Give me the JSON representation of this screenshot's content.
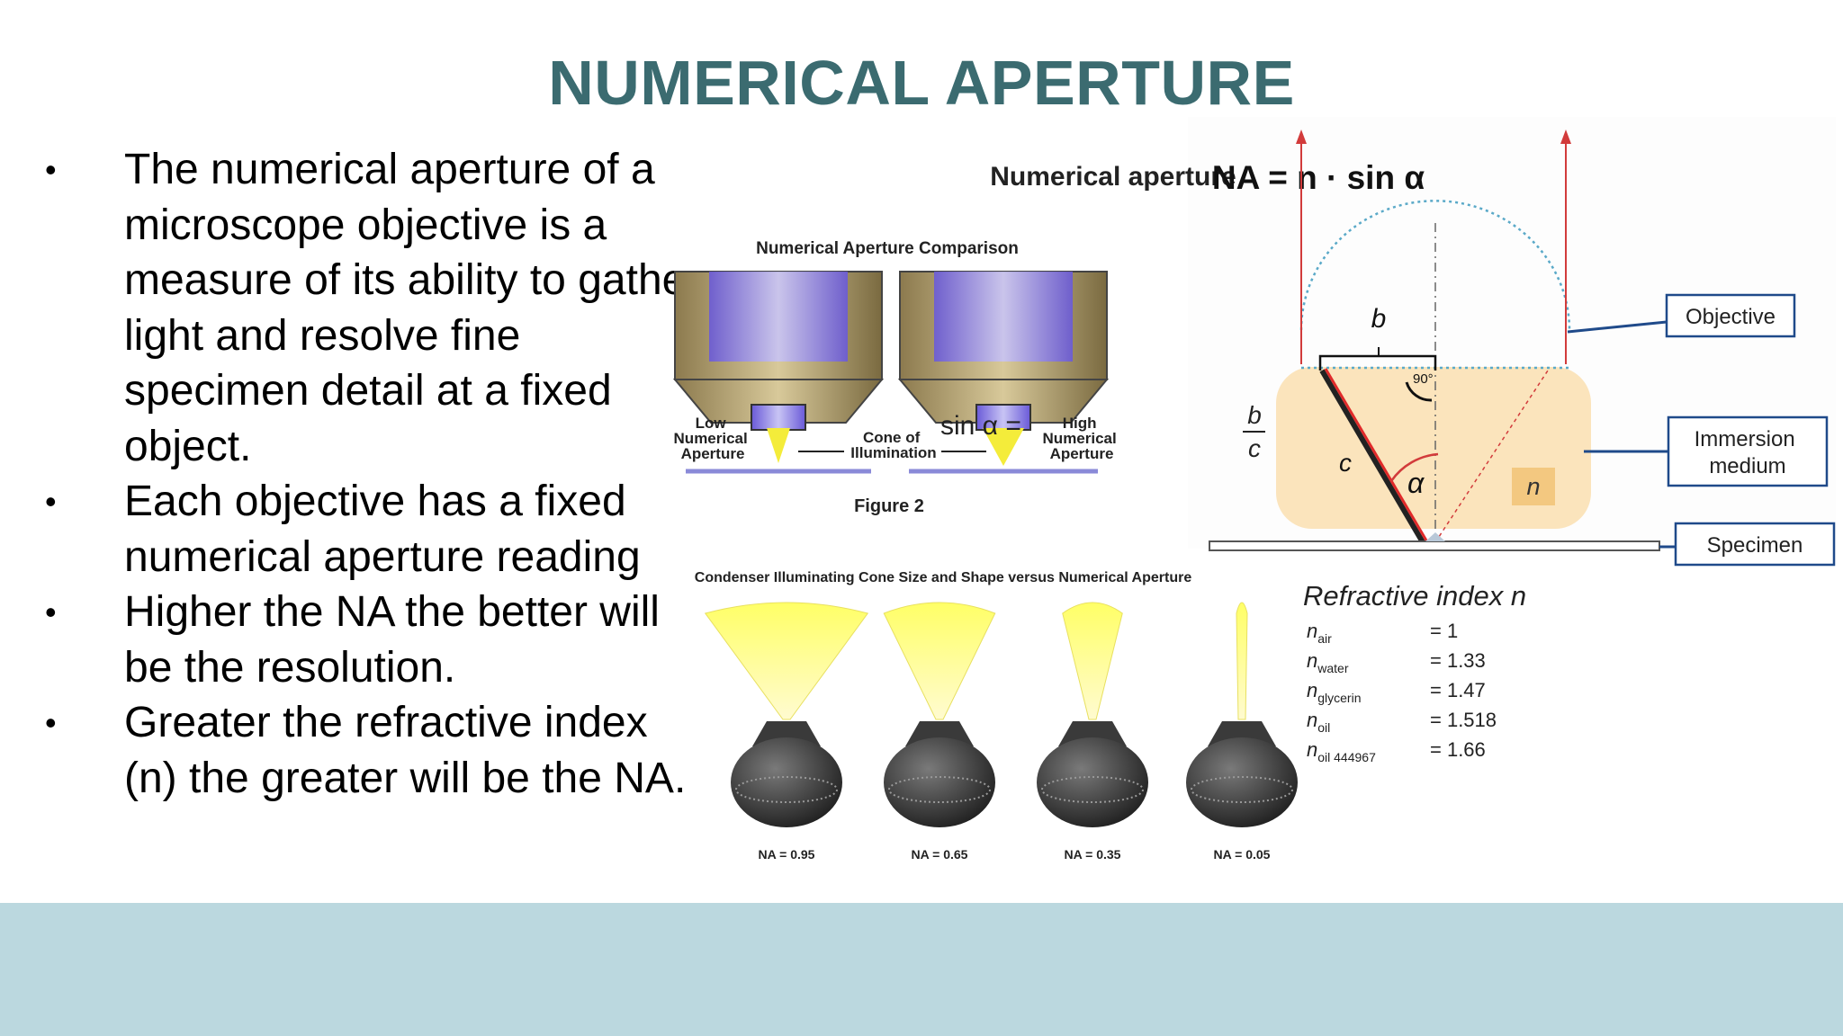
{
  "slide": {
    "title": "NUMERICAL APERTURE",
    "bullets": [
      "The numerical aperture of a microscope objective is a measure of its ability to gather light and resolve fine specimen detail at a fixed object.",
      "Each objective has a fixed numerical aperture reading",
      "Higher the NA the better will be the resolution.",
      "Greater the refractive index (n) the greater will be the NA."
    ],
    "bullet_char": "•",
    "colors": {
      "title": "#3b6b70",
      "footer": "#bbd8df"
    }
  },
  "figure_comparison": {
    "title": "Numerical Aperture Comparison",
    "low_label": [
      "Low",
      "Numerical",
      "Aperture"
    ],
    "cone_label": [
      "Cone of",
      "Illumination"
    ],
    "high_label": [
      "High",
      "Numerical",
      "Aperture"
    ],
    "caption": "Figure 2"
  },
  "figure_condenser": {
    "title": "Condenser Illuminating Cone Size and Shape versus Numerical Aperture",
    "cones": [
      {
        "label": "NA = 0.95",
        "na": 0.95
      },
      {
        "label": "NA = 0.65",
        "na": 0.65
      },
      {
        "label": "NA = 0.35",
        "na": 0.35
      },
      {
        "label": "NA = 0.05",
        "na": 0.05
      }
    ]
  },
  "figure_diagram": {
    "heading": "Numerical aperture",
    "formula": "NA = n · sin α",
    "sin_label": "sin α =",
    "frac_num": "b",
    "frac_den": "c",
    "b_label": "b",
    "c_label": "c",
    "alpha_label": "α",
    "angle_label": "90°",
    "n_label": "n",
    "callouts": {
      "objective": "Objective",
      "immersion": [
        "Immersion",
        "medium"
      ],
      "specimen": "Specimen"
    },
    "refractive_title": "Refractive index n",
    "refractive": [
      {
        "sym": "n",
        "sub": "air",
        "val": "= 1"
      },
      {
        "sym": "n",
        "sub": "water",
        "val": "= 1.33"
      },
      {
        "sym": "n",
        "sub": "glycerin",
        "val": "= 1.47"
      },
      {
        "sym": "n",
        "sub": "oil",
        "val": "= 1.518"
      },
      {
        "sym": "n",
        "sub": "oil 444967",
        "val": "= 1.66"
      }
    ]
  }
}
